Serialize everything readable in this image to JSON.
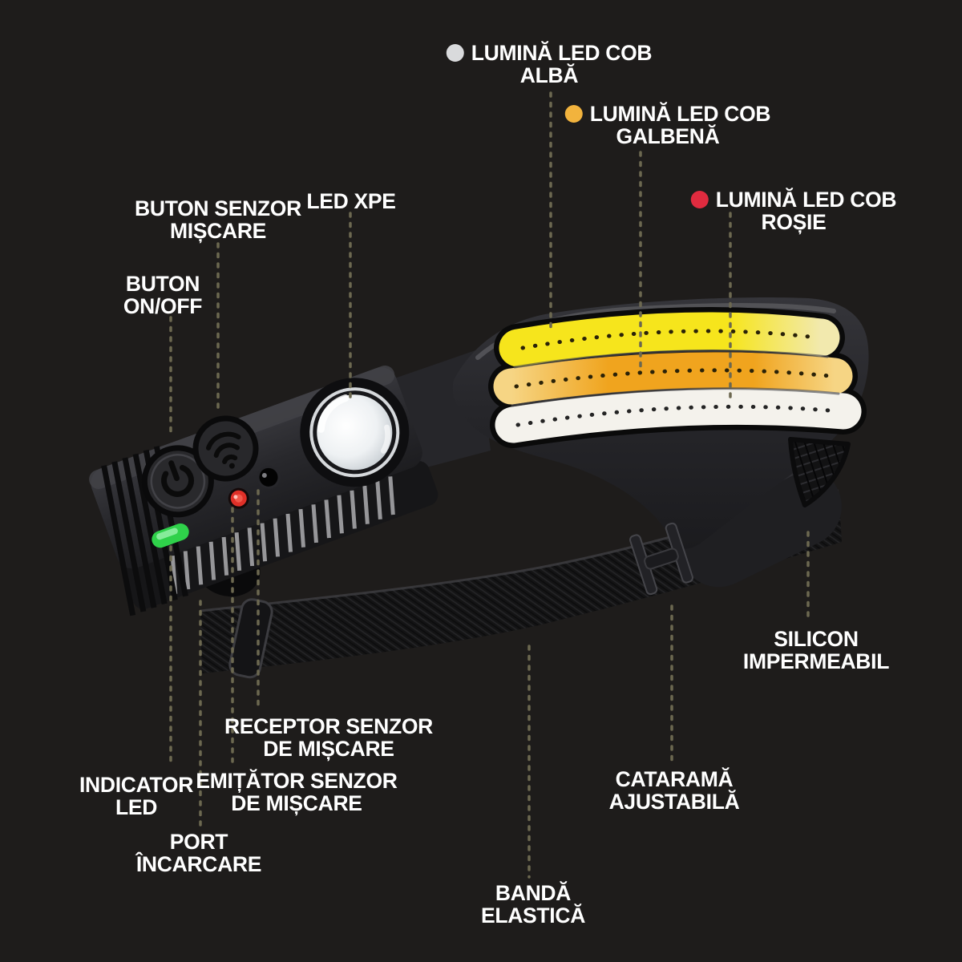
{
  "colors": {
    "background": "#1e1c1b",
    "label_text": "#ffffff",
    "leader_line": "#6c6850",
    "dot_white": "#d9dadc",
    "dot_yellow": "#f2b33d",
    "dot_red": "#e02b3f",
    "strip_yellow": "#f6e51c",
    "strip_yellow_pale": "#f2e9ae",
    "strip_amber": "#f0a41e",
    "strip_amber_pale": "#f6d584",
    "strip_white": "#f4f2ec",
    "indicator_green": "#2fd14a",
    "indicator_red": "#e03028"
  },
  "labels": [
    {
      "id": "lumina-alba",
      "lines": [
        "LUMINĂ LED COB",
        "ALBĂ"
      ],
      "dot": "dot_white"
    },
    {
      "id": "lumina-galbena",
      "lines": [
        "LUMINĂ LED COB",
        "GALBENĂ"
      ],
      "dot": "dot_yellow"
    },
    {
      "id": "lumina-rosie",
      "lines": [
        "LUMINĂ LED COB",
        "ROȘIE"
      ],
      "dot": "dot_red"
    },
    {
      "id": "led-xpe",
      "lines": [
        "LED XPE"
      ]
    },
    {
      "id": "buton-senzor",
      "lines": [
        "BUTON SENZOR",
        "MIȘCARE"
      ]
    },
    {
      "id": "buton-onoff",
      "lines": [
        "BUTON",
        "ON/OFF"
      ]
    },
    {
      "id": "silicon",
      "lines": [
        "SILICON",
        "IMPERMEABIL"
      ]
    },
    {
      "id": "receptor",
      "lines": [
        "RECEPTOR SENZOR",
        "DE MIȘCARE"
      ]
    },
    {
      "id": "emitator",
      "lines": [
        "EMIȚĂTOR SENZOR",
        "DE MIȘCARE"
      ]
    },
    {
      "id": "indicator-led",
      "lines": [
        "INDICATOR",
        "LED"
      ]
    },
    {
      "id": "port-incarcare",
      "lines": [
        "PORT",
        "ÎNCARCARE"
      ]
    },
    {
      "id": "banda",
      "lines": [
        "BANDĂ",
        "ELASTICĂ"
      ]
    },
    {
      "id": "catarama",
      "lines": [
        "CATARAMĂ",
        "AJUSTABILĂ"
      ]
    }
  ]
}
